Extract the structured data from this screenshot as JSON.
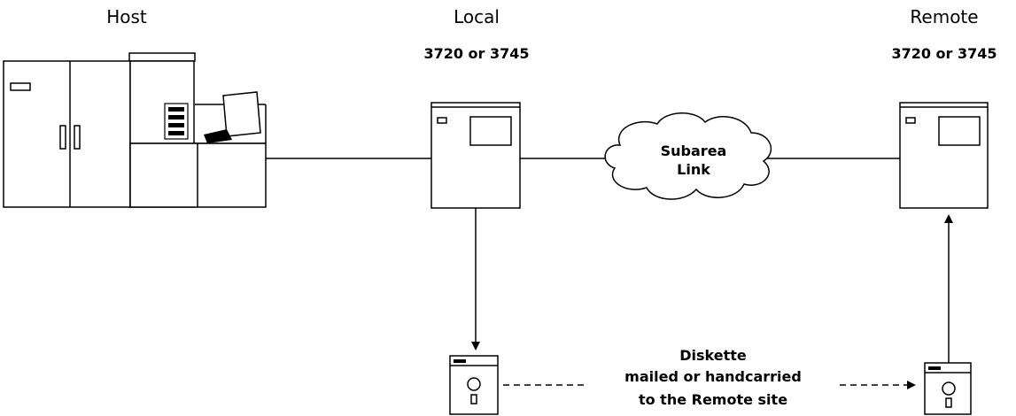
{
  "labels": {
    "host": "Host",
    "local_title": "Local",
    "local_model": "3720 or 3745",
    "remote_title": "Remote",
    "remote_model": "3720 or 3745",
    "cloud_line1": "Subarea",
    "cloud_line2": "Link",
    "diskette_line1": "Diskette",
    "diskette_line2": "mailed or handcarried",
    "diskette_line3": "to the Remote site"
  },
  "icons": {
    "host": "mainframe-host-icon",
    "local": "communication-controller-icon",
    "remote": "communication-controller-icon",
    "cloud": "network-cloud-icon",
    "diskette": "diskette-icon"
  }
}
